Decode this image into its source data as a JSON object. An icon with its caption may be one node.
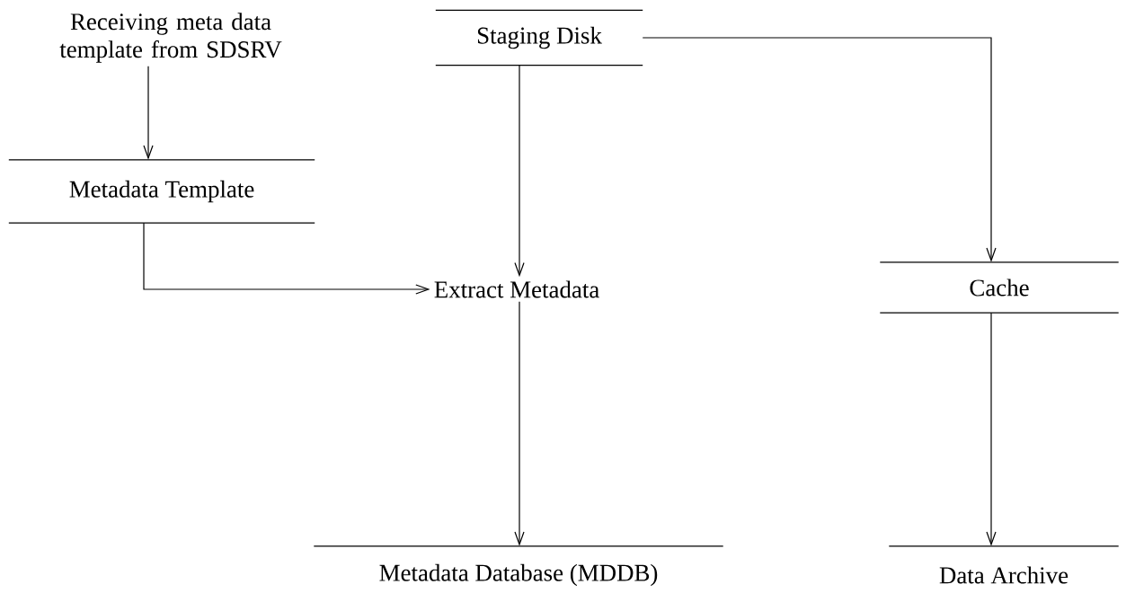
{
  "diagram": {
    "nodes": [
      {
        "text": [
          "Receiving meta data template from SDSRV"
        ]
      },
      {
        "text": [
          "Staging Disk"
        ]
      },
      {
        "text": [
          "Metadata Template"
        ]
      },
      {
        "text": [
          "Extract Metadata"
        ]
      },
      {
        "text": [
          "Cache"
        ]
      },
      {
        "text": [
          "Metadata Database (MDDB)"
        ]
      },
      {
        "text": [
          "Data Archive"
        ]
      }
    ],
    "edges": [
      {
        "from": 0,
        "to": 2,
        "arrow": "to"
      },
      {
        "from": 1,
        "to": 3,
        "arrow": "to"
      },
      {
        "from": 1,
        "to": 4,
        "arrow": "to"
      },
      {
        "from": 2,
        "to": 3,
        "arrow": "to"
      },
      {
        "from": 3,
        "to": 5,
        "arrow": "to"
      },
      {
        "from": 4,
        "to": 6,
        "arrow": "to"
      }
    ]
  }
}
